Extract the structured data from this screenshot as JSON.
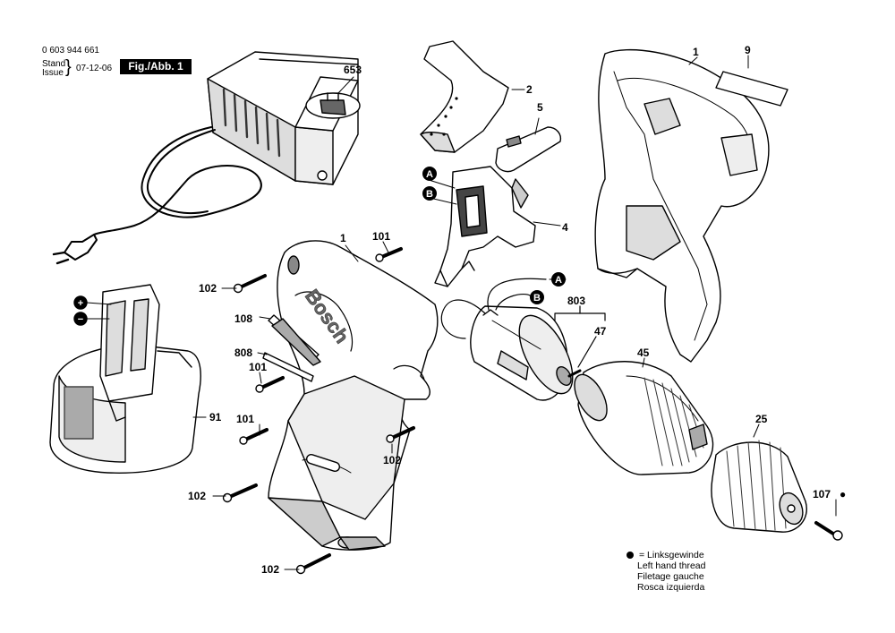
{
  "header": {
    "part_number": "0 603 944 661",
    "stand_label": "Stand",
    "issue_label": "Issue",
    "brace": "}",
    "date": "07-12-06",
    "figure_label": "Fig./Abb. 1"
  },
  "brand_on_housing": "Bosch",
  "markers": {
    "a": "A",
    "b": "B",
    "plus": "+",
    "minus": "−",
    "left_hand_dot": "●"
  },
  "callouts": {
    "c653": "653",
    "c2": "2",
    "c5": "5",
    "c4": "4",
    "c1_right": "1",
    "c9": "9",
    "c1_center": "1",
    "c101_top": "101",
    "c102_top": "102",
    "c108": "108",
    "c808": "808",
    "c101_mid": "101",
    "c101_low": "101",
    "c102_left": "102",
    "c102_bottom": "102",
    "c102_right": "102",
    "c91": "91",
    "c803": "803",
    "c47": "47",
    "c45": "45",
    "c25": "25",
    "c107": "107"
  },
  "legend": {
    "line1": "= Linksgewinde",
    "line2": "Left hand thread",
    "line3": "Filetage gauche",
    "line4": "Rosca izquierda"
  },
  "colors": {
    "ink": "#000000",
    "paper": "#ffffff",
    "shade": "#d9d9d9",
    "dark_shade": "#8c8c8c"
  }
}
